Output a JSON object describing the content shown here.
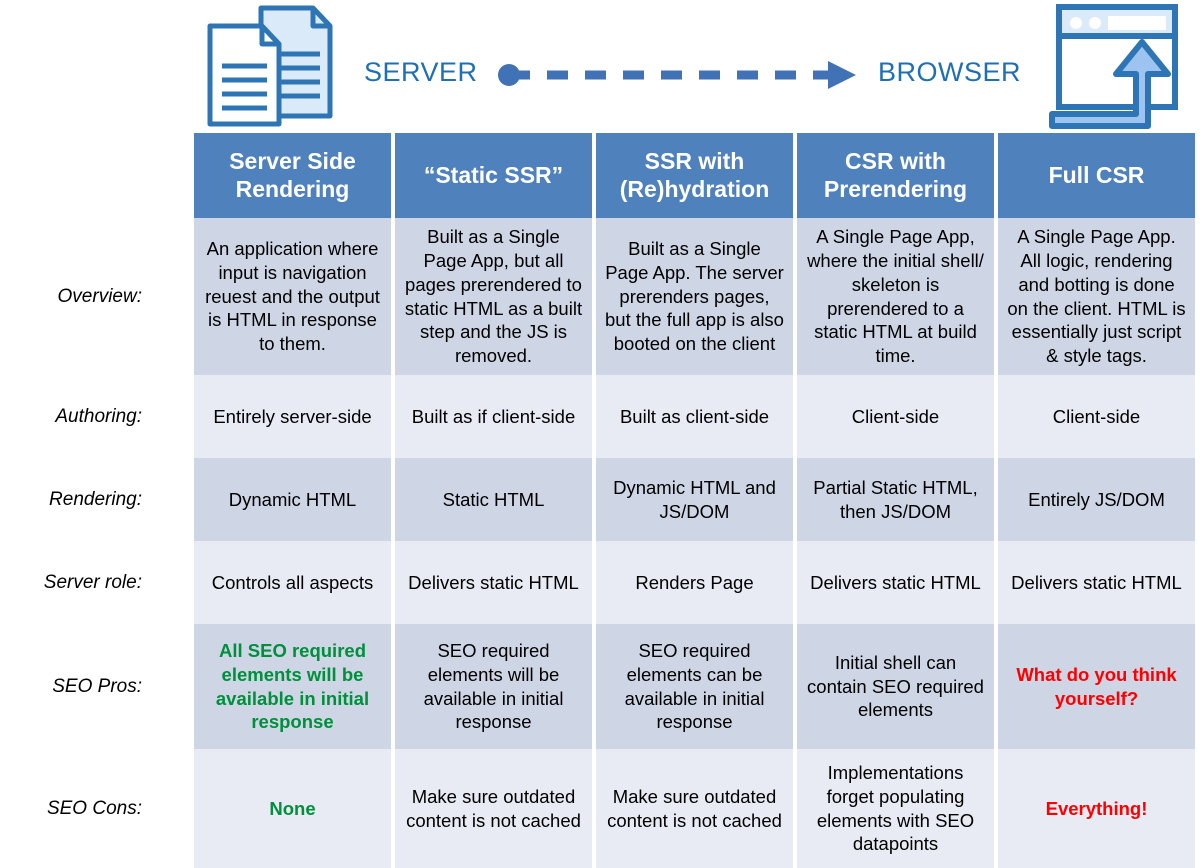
{
  "banner": {
    "server_label": "SERVER",
    "browser_label": "BROWSER",
    "server_icon": "documents-icon",
    "browser_icon": "browser-window-upload-icon",
    "arrow_icon": "dashed-arrow-right-icon",
    "accent_color": "#1f6fb5"
  },
  "colors": {
    "header_blue": "#4f81bd",
    "row_dark": "#ced5e5",
    "row_light": "#e8ebf3",
    "green": "#00903c",
    "red": "#ff0000"
  },
  "table": {
    "columns": [
      "Server Side Rendering",
      "“Static SSR”",
      "SSR with (Re)hydration",
      "CSR with Prerendering",
      "Full CSR"
    ],
    "row_labels": [
      "Overview:",
      "Authoring:",
      "Rendering:",
      "Server role:",
      "SEO Pros:",
      "SEO Cons:"
    ],
    "rows": {
      "overview": [
        "An application where input is navigation reuest and the output is HTML in response to them.",
        "Built as a Single Page App, but all pages prerendered to static HTML as a built step and the JS is removed.",
        "Built as a Single Page App. The server prerenders pages, but the full app is also booted on the client",
        "A Single Page App, where the initial shell/ skeleton is prerendered to a static HTML at build time.",
        "A Single Page App. All logic, rendering and botting is done on the client. HTML is essentially just script & style tags."
      ],
      "authoring": [
        "Entirely server-side",
        "Built as if client-side",
        "Built as client-side",
        "Client-side",
        "Client-side"
      ],
      "rendering": [
        "Dynamic HTML",
        "Static HTML",
        "Dynamic HTML and JS/DOM",
        "Partial Static HTML, then JS/DOM",
        "Entirely JS/DOM"
      ],
      "server_role": [
        "Controls all aspects",
        "Delivers static HTML",
        "Renders Page",
        "Delivers static HTML",
        "Delivers static HTML"
      ],
      "seo_pros": [
        "All SEO required elements will be available in initial response",
        "SEO required elements will be available in initial response",
        "SEO required elements can be available in initial response",
        "Initial shell can contain SEO required elements",
        "What do you think yourself?"
      ],
      "seo_cons": [
        "None",
        "Make sure outdated content is not cached",
        "Make sure outdated content is not cached",
        "Implementations forget populating elements with SEO datapoints",
        "Everything!"
      ]
    }
  }
}
